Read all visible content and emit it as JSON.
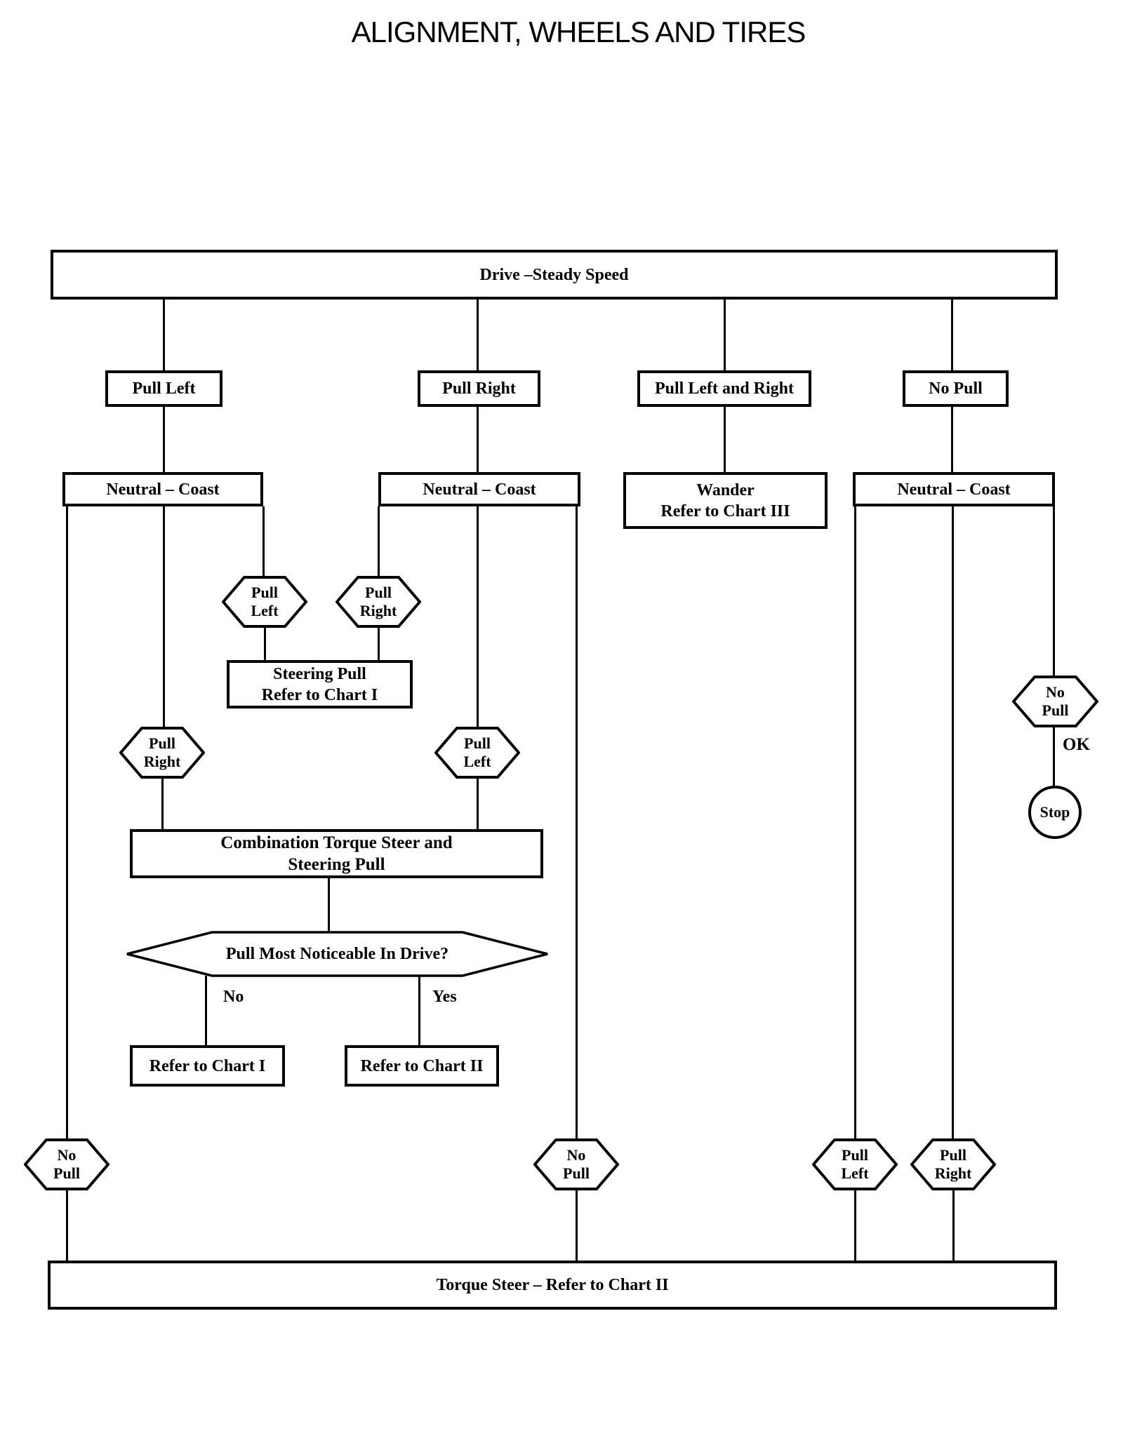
{
  "title": "ALIGNMENT, WHEELS AND TIRES",
  "colors": {
    "ink": "#000000",
    "paper": "#ffffff"
  },
  "nodes": {
    "drive": {
      "label": "Drive –Steady Speed"
    },
    "pull_left": {
      "label": "Pull Left"
    },
    "pull_right": {
      "label": "Pull Right"
    },
    "pull_left_and_right": {
      "label": "Pull Left and Right"
    },
    "no_pull": {
      "label": "No Pull"
    },
    "neutral_coast_1": {
      "label": "Neutral – Coast"
    },
    "neutral_coast_2": {
      "label": "Neutral – Coast"
    },
    "wander": {
      "line1": "Wander",
      "line2": "Refer to Chart III"
    },
    "neutral_coast_3": {
      "label": "Neutral – Coast"
    },
    "hex_pull_left_a": {
      "line1": "Pull",
      "line2": "Left"
    },
    "hex_pull_right_a": {
      "line1": "Pull",
      "line2": "Right"
    },
    "steering_pull": {
      "line1": "Steering Pull",
      "line2": "Refer to Chart I"
    },
    "hex_pull_right_b": {
      "line1": "Pull",
      "line2": "Right"
    },
    "hex_pull_left_b": {
      "line1": "Pull",
      "line2": "Left"
    },
    "hex_no_pull_right": {
      "line1": "No",
      "line2": "Pull"
    },
    "ok": {
      "label": "OK"
    },
    "stop": {
      "label": "Stop"
    },
    "combination": {
      "line1": "Combination Torque Steer and",
      "line2": "Steering Pull"
    },
    "decision": {
      "label": "Pull Most Noticeable In Drive?"
    },
    "no_branch": {
      "label": "No"
    },
    "yes_branch": {
      "label": "Yes"
    },
    "refer_chart_1": {
      "label": "Refer to Chart I"
    },
    "refer_chart_2": {
      "label": "Refer to Chart II"
    },
    "hex_no_pull_c1": {
      "line1": "No",
      "line2": "Pull"
    },
    "hex_no_pull_c2": {
      "line1": "No",
      "line2": "Pull"
    },
    "hex_pull_left_c": {
      "line1": "Pull",
      "line2": "Left"
    },
    "hex_pull_right_c": {
      "line1": "Pull",
      "line2": "Right"
    },
    "torque_steer": {
      "label": "Torque Steer – Refer to Chart II"
    }
  }
}
